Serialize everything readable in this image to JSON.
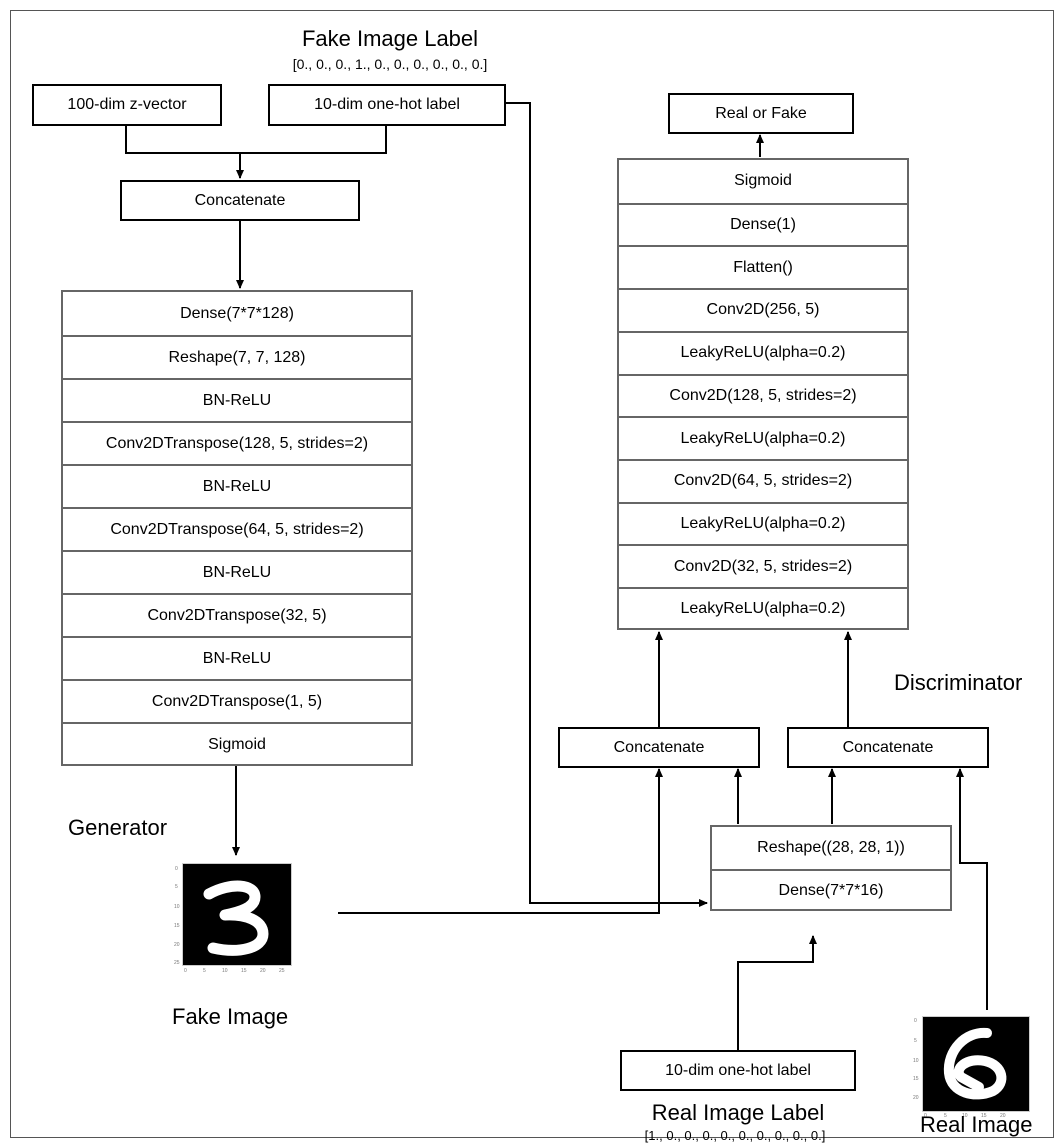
{
  "fake_label": {
    "title": "Fake Image Label",
    "vector": "[0., 0., 0., 1., 0., 0., 0., 0., 0., 0.]"
  },
  "real_label": {
    "title": "Real Image Label",
    "vector": "[1., 0., 0., 0., 0., 0., 0., 0., 0., 0.]"
  },
  "generator": {
    "z_vector": "100-dim z-vector",
    "onehot": "10-dim one-hot label",
    "concat": "Concatenate",
    "name": "Generator",
    "layers": [
      "Dense(7*7*128)",
      "Reshape(7, 7, 128)",
      "BN-ReLU",
      "Conv2DTranspose(128, 5, strides=2)",
      "BN-ReLU",
      "Conv2DTranspose(64, 5, strides=2)",
      "BN-ReLU",
      "Conv2DTranspose(32, 5)",
      "BN-ReLU",
      "Conv2DTranspose(1, 5)",
      "Sigmoid"
    ]
  },
  "discriminator": {
    "name": "Discriminator",
    "output": "Real or Fake",
    "layers": [
      "Sigmoid",
      "Dense(1)",
      "Flatten()",
      "Conv2D(256, 5)",
      "LeakyReLU(alpha=0.2)",
      "Conv2D(128, 5, strides=2)",
      "LeakyReLU(alpha=0.2)",
      "Conv2D(64, 5, strides=2)",
      "LeakyReLU(alpha=0.2)",
      "Conv2D(32, 5, strides=2)",
      "LeakyReLU(alpha=0.2)"
    ],
    "concat_left": "Concatenate",
    "concat_right": "Concatenate",
    "label_layers": [
      "Reshape((28, 28, 1))",
      "Dense(7*7*16)"
    ],
    "onehot": "10-dim one-hot label"
  },
  "images": {
    "fake_caption": "Fake Image",
    "real_caption": "Real Image",
    "fake_digit": "3",
    "real_digit": "6"
  }
}
